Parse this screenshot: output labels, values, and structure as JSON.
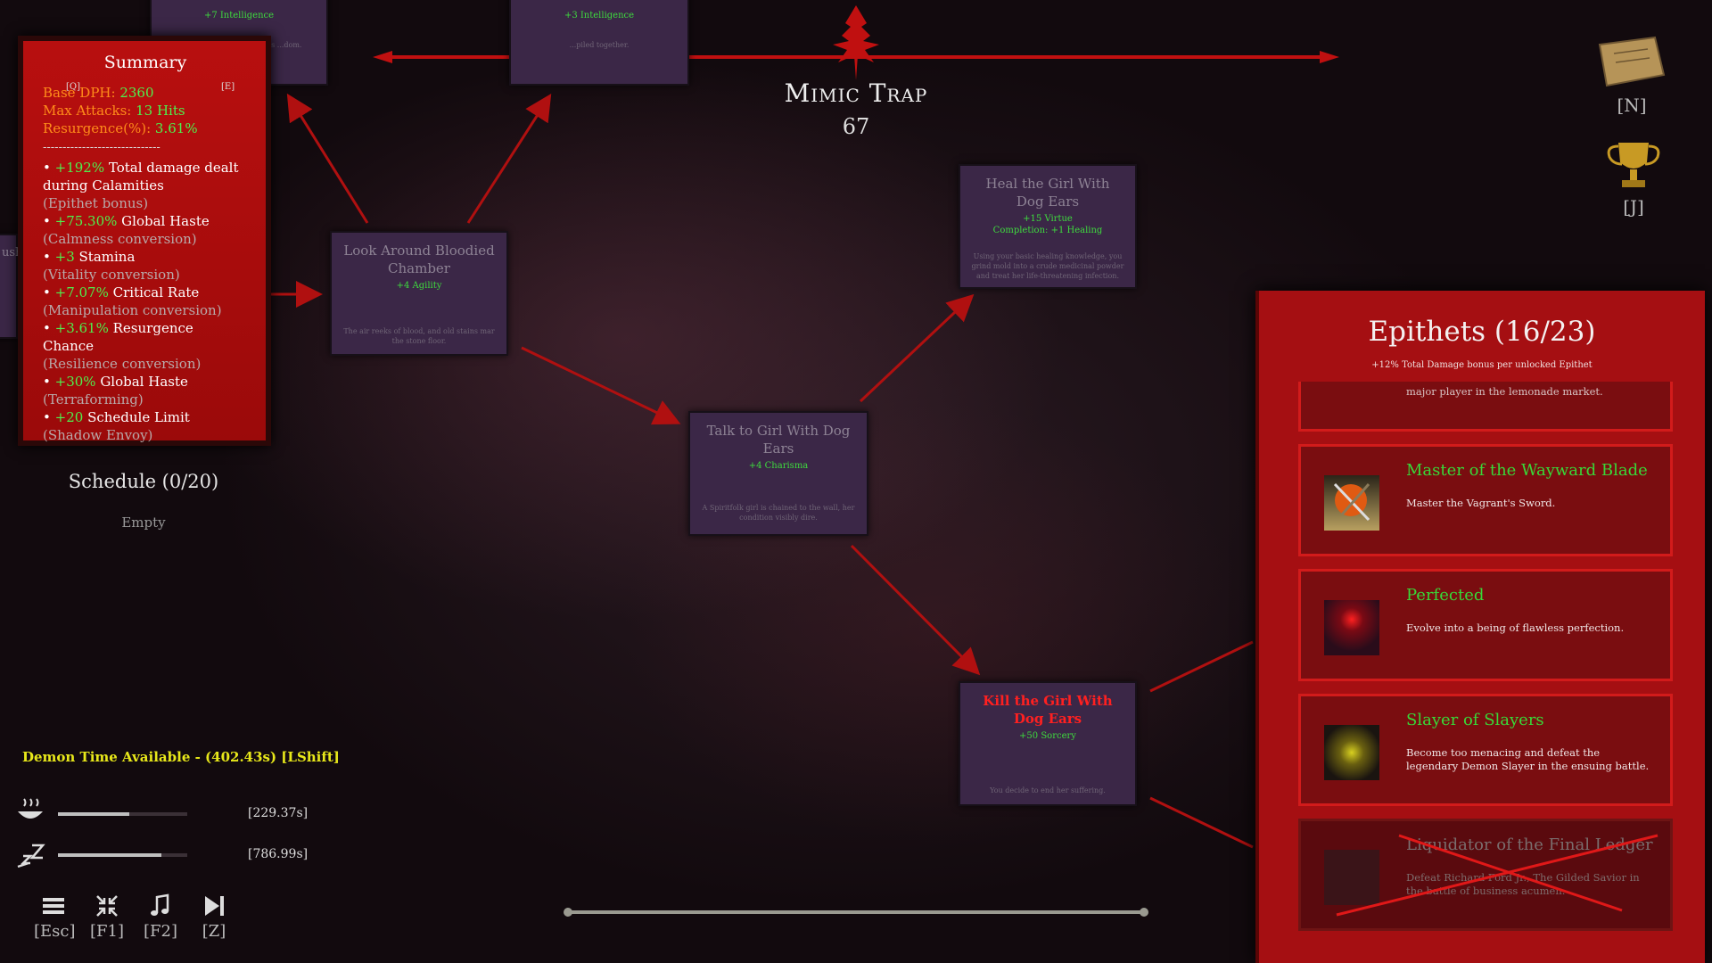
{
  "header": {
    "title": "Mimic Trap",
    "number": "67"
  },
  "top_nodes": [
    {
      "reward": "+7 Intelligence",
      "desc": "...nducted by ...led heretics ...dom."
    },
    {
      "reward": "+3 Intelligence",
      "desc": "...piled together."
    }
  ],
  "left_edge_fragment": "ush",
  "nodes": {
    "look": {
      "title": "Look Around Bloodied Chamber",
      "reward": "+4 Agility",
      "desc": "The air reeks of blood, and old stains mar the stone floor."
    },
    "heal": {
      "title": "Heal the Girl With Dog Ears",
      "reward": "+15 Virtue",
      "reward2": "Completion: +1 Healing",
      "desc": "Using your basic healing knowledge, you grind mold into a crude medicinal powder and treat her life-threatening infection."
    },
    "talk": {
      "title": "Talk to Girl With Dog Ears",
      "reward": "+4 Charisma",
      "desc": "A Spiritfolk girl is chained to the wall, her condition visibly dire."
    },
    "kill": {
      "title": "Kill the Girl With Dog Ears",
      "reward": "+50 Sorcery",
      "desc": "You decide to end her suffering."
    }
  },
  "summary": {
    "title": "Summary",
    "key_left": "[Q]",
    "key_right": "[E]",
    "stats": [
      {
        "label": "Base DPH:",
        "value": "2360"
      },
      {
        "label": "Max Attacks:",
        "value": "13 Hits"
      },
      {
        "label": "Resurgence(%):",
        "value": "3.61%"
      }
    ],
    "separator": "------------------------------",
    "bonuses": [
      {
        "value": "+192%",
        "text": "Total damage dealt during Calamities",
        "source": "(Epithet bonus)"
      },
      {
        "value": "+75.30%",
        "text": "Global Haste",
        "source": "(Calmness conversion)"
      },
      {
        "value": "+3",
        "text": "Stamina",
        "source": "(Vitality conversion)"
      },
      {
        "value": "+7.07%",
        "text": "Critical Rate",
        "source": "(Manipulation conversion)"
      },
      {
        "value": "+3.61%",
        "text": "Resurgence Chance",
        "source": "(Resilience conversion)"
      },
      {
        "value": "+30%",
        "text": "Global Haste",
        "source": "(Terraforming)"
      },
      {
        "value": "+20",
        "text": "Schedule Limit",
        "source": "(Shadow Envoy)"
      }
    ]
  },
  "schedule": {
    "title": "Schedule (0/20)",
    "empty": "Empty"
  },
  "demon_time": "Demon Time Available - (402.43s) [LShift]",
  "meters": [
    {
      "icon": "food-icon",
      "value": "[229.37s]",
      "fill": 0.55
    },
    {
      "icon": "sleep-icon",
      "value": "[786.99s]",
      "fill": 0.8
    }
  ],
  "hotkeys": [
    {
      "icon": "menu-icon",
      "key": "[Esc]"
    },
    {
      "icon": "collapse-icon",
      "key": "[F1]"
    },
    {
      "icon": "music-icon",
      "key": "[F2]"
    },
    {
      "icon": "skip-icon",
      "key": "[Z]"
    }
  ],
  "top_right": [
    {
      "icon": "journal-icon",
      "key": "[N]"
    },
    {
      "icon": "trophy-icon",
      "key": "[J]"
    }
  ],
  "epithets": {
    "title": "Epithets (16/23)",
    "subtitle": "+12% Total Damage bonus per unlocked Epithet",
    "partial_desc": "major player in the lemonade market.",
    "items": [
      {
        "name": "Master of the Wayward Blade",
        "desc": "Master the Vagrant's Sword.",
        "unlocked": true
      },
      {
        "name": "Perfected",
        "desc": "Evolve into a being of flawless perfection.",
        "unlocked": true
      },
      {
        "name": "Slayer of Slayers",
        "desc": "Become too menacing and defeat the legendary Demon Slayer in the ensuing battle.",
        "unlocked": true
      },
      {
        "name": "Liquidator of the Final Ledger",
        "desc": "Defeat Richard Ford Jr., The Gilded Savior in the battle of business acumen.",
        "unlocked": false
      }
    ]
  },
  "colors": {
    "accent_red": "#c01010",
    "positive_green": "#3edb3e",
    "stat_orange": "#ff8c1a",
    "demon_yellow": "#e8e81a"
  }
}
